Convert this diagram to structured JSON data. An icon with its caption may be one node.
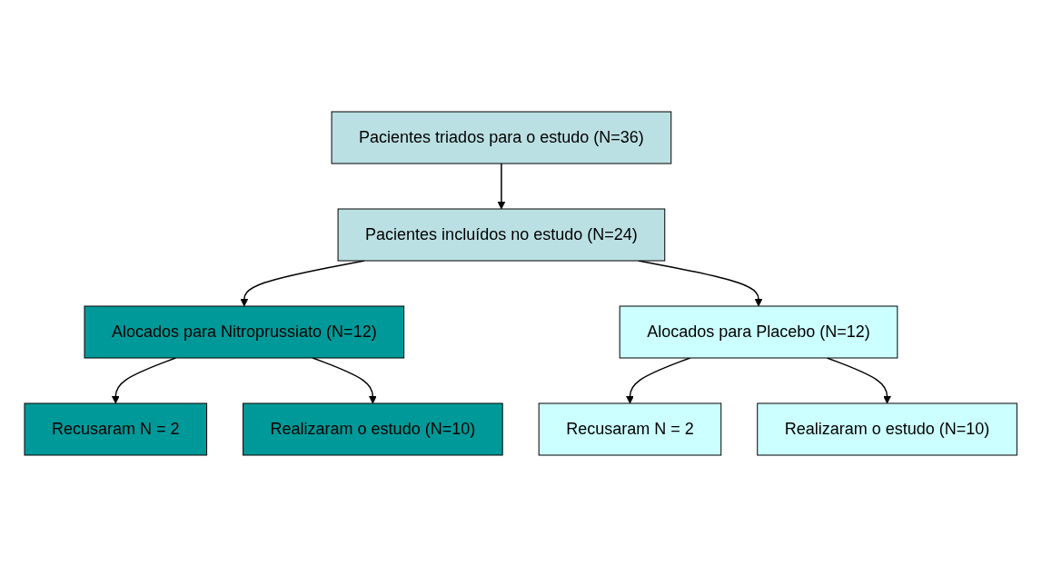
{
  "diagram": {
    "nodes": [
      {
        "text": [
          "Pacientes triados para o estudo (N=36)"
        ]
      },
      {
        "text": [
          "Pacientes incluídos no estudo (N=24)"
        ]
      },
      {
        "text": [
          "Alocados para Nitroprussiato (N=12)"
        ]
      },
      {
        "text": [
          "Alocados para Placebo (N=12)"
        ]
      },
      {
        "text": [
          "Recusaram N = 2"
        ]
      },
      {
        "text": [
          "Realizaram o estudo (N=10)"
        ]
      },
      {
        "text": [
          "Recusaram N = 2"
        ]
      },
      {
        "text": [
          "Realizaram o estudo (N=10)"
        ]
      }
    ],
    "edges": [
      {
        "from": 0,
        "to": 1,
        "arrow": "to"
      },
      {
        "from": 1,
        "to": 2,
        "arrow": "to"
      },
      {
        "from": 1,
        "to": 3,
        "arrow": "to"
      },
      {
        "from": 2,
        "to": 4,
        "arrow": "to"
      },
      {
        "from": 2,
        "to": 5,
        "arrow": "to"
      },
      {
        "from": 3,
        "to": 6,
        "arrow": "to"
      },
      {
        "from": 3,
        "to": 7,
        "arrow": "to"
      }
    ]
  }
}
